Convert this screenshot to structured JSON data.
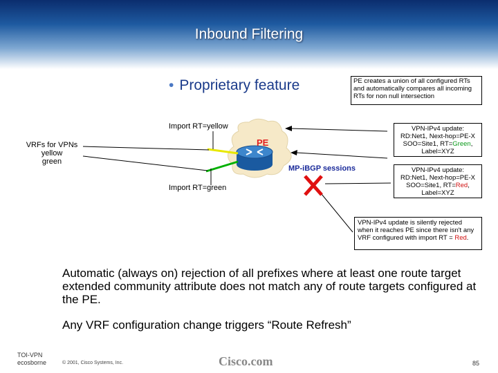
{
  "title": "Inbound Filtering",
  "bullet": "Proprietary feature",
  "note_top": "PE creates a union of all configured RTs and automatically compares all incoming RTs for non null intersection",
  "import_yellow": "Import RT=yellow",
  "import_green": "Import RT=green",
  "vrfs_label": {
    "line1": "VRFs for VPNs",
    "line2": "yellow",
    "line3": "green"
  },
  "pe_label": "PE",
  "mpibgp_label": "MP-iBGP sessions",
  "update_green": {
    "line1": "VPN-IPv4 update:",
    "line2": "RD:Net1, Next-hop=PE-X",
    "line3a": "SOO=Site1, RT=",
    "rt": "Green",
    "line3b": ",",
    "line4": "Label=XYZ"
  },
  "update_red": {
    "line1": "VPN-IPv4 update:",
    "line2": "RD:Net1, Next-hop=PE-X",
    "line3a": "SOO=Site1, RT=",
    "rt": "Red",
    "line3b": ",",
    "line4": "Label=XYZ"
  },
  "silent_note": {
    "text": "VPN-IPv4 update is silently rejected when it reaches PE since there isn't any VRF configured with import RT = ",
    "rt": "Red",
    "end": "."
  },
  "para1": "Automatic (always on) rejection of all prefixes where at least one route target extended community attribute does not match any of route targets configured at the PE.",
  "para2": "Any VRF configuration change triggers “Route Refresh”",
  "footer": {
    "code1": "TOI-VPN",
    "code2": "ecosborne",
    "copyright": "© 2001, Cisco Systems, Inc.",
    "brand": "Cisco.com",
    "page": "85"
  },
  "colors": {
    "yellow": "#e8e800",
    "green": "#00b000",
    "red": "#e01010",
    "cloud": "#f6e9c8",
    "router": "#1f67b0"
  }
}
